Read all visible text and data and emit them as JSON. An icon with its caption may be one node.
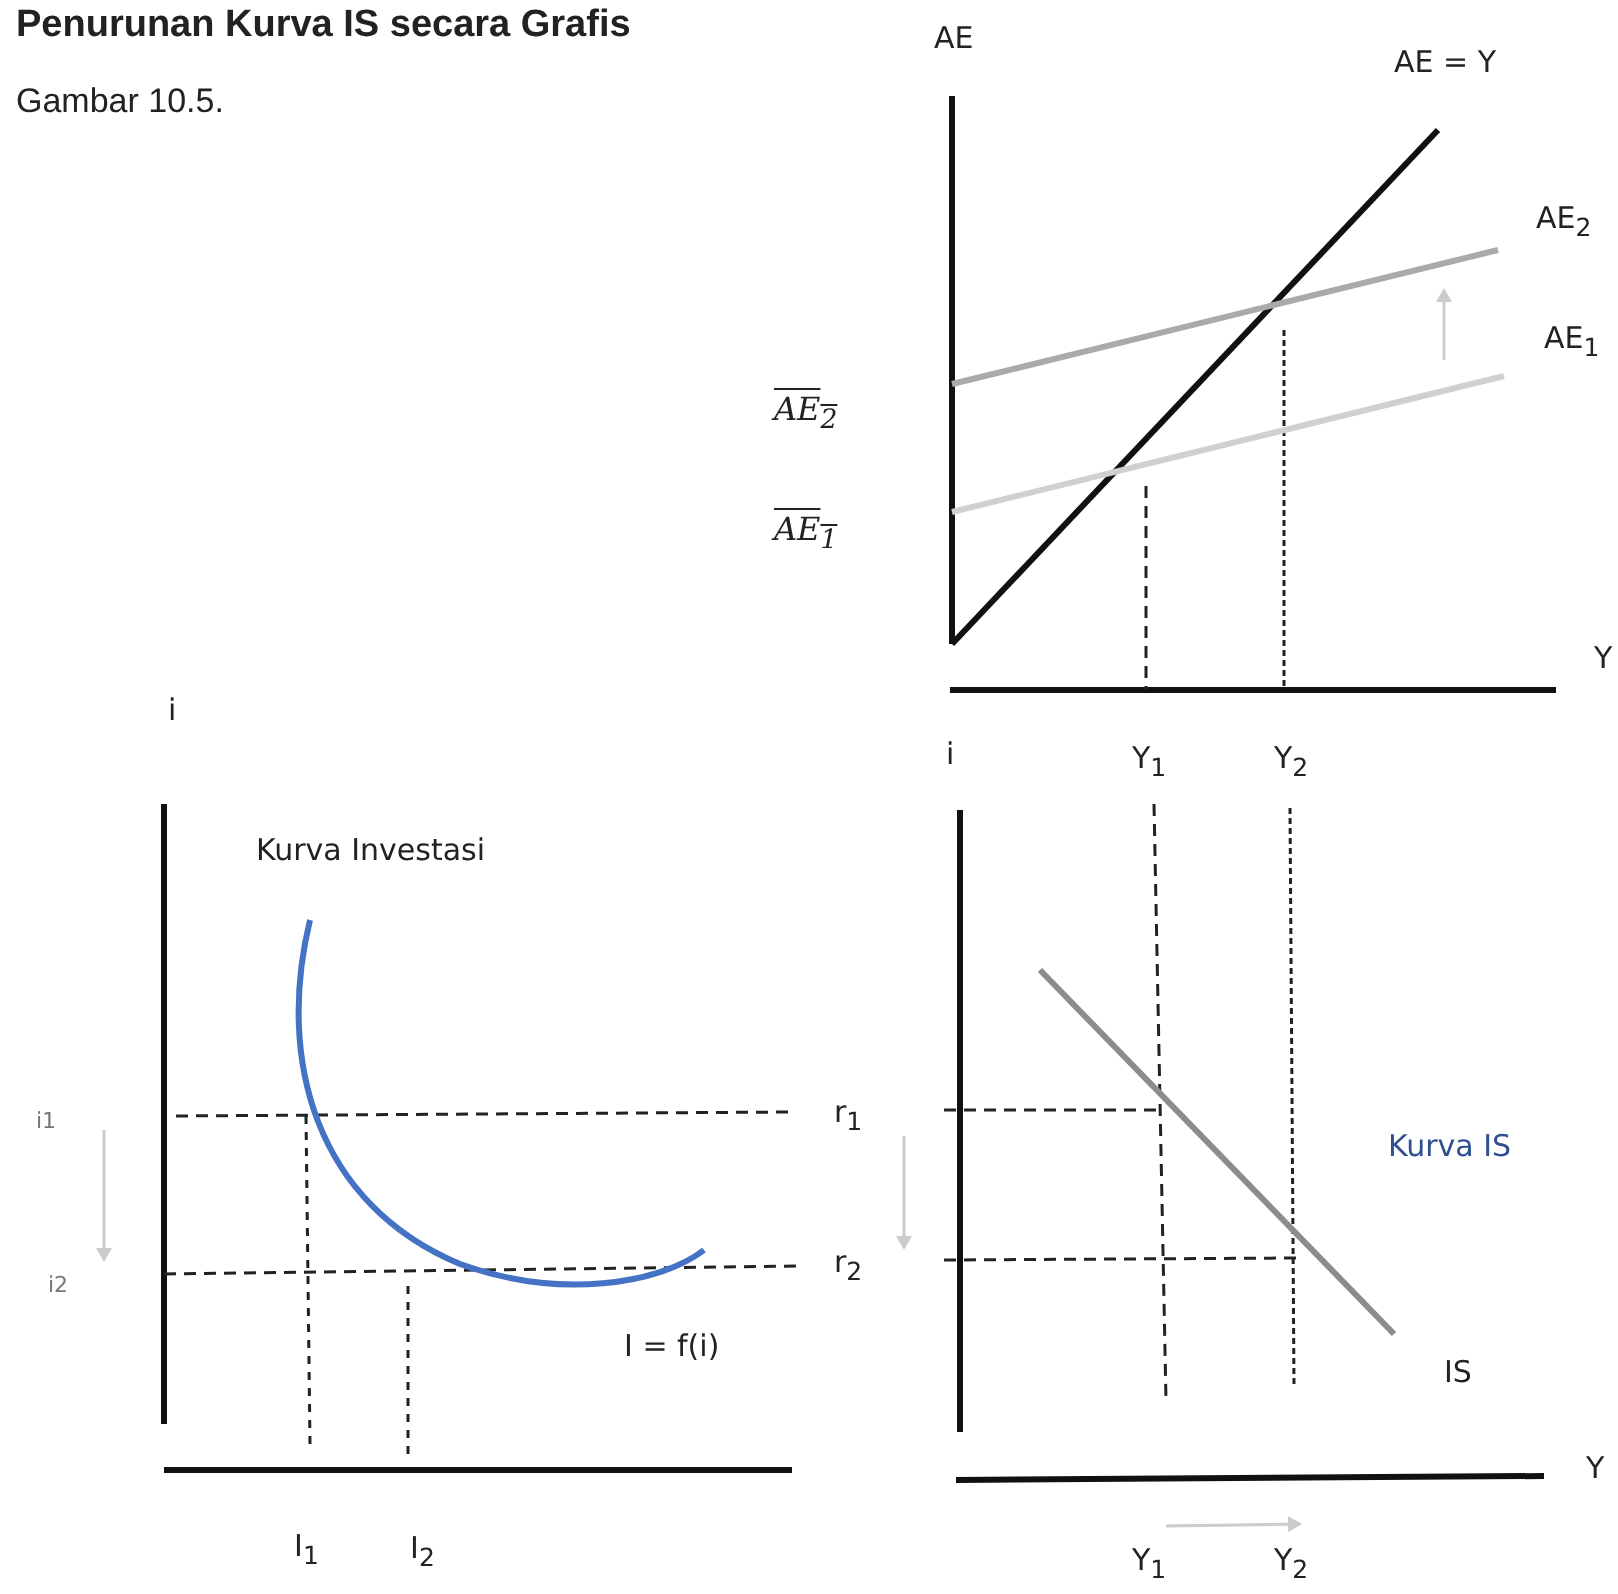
{
  "diagram": {
    "title": "Penurunan Kurva IS secara Grafis",
    "labels": [
      "Gambar 10.5.",
      "AE",
      "AE = Y",
      "AE$_{2}$",
      "AE$_{1}$",
      "AE$_{2}$",
      "AE$_{1}$",
      "Y",
      "i",
      "i",
      "Y$_{1}$",
      "Y$_{2}$",
      "Kurva Investasi",
      "i1",
      "r$_{1}$",
      "Kurva IS",
      "i2",
      "r$_{2}$",
      "I = f(i)",
      "IS",
      "Y",
      "I$_{1}$",
      "I$_{2}$",
      "Y$_{1}$",
      "Y$_{2}$"
    ]
  }
}
